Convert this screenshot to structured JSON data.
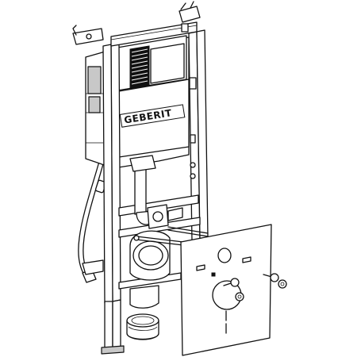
{
  "brand": {
    "logo_text": "GEBERIT"
  },
  "colors": {
    "line": "#111111",
    "fill": "#ffffff",
    "shade": "#c8c8c8"
  },
  "parts": [
    "installation-frame",
    "cistern",
    "actuator-opening",
    "flush-pipe",
    "outlet-pipe",
    "water-supply-connection",
    "mounting-rods",
    "insulation-plate",
    "pipe-connector",
    "wall-brackets",
    "bolts-and-washers",
    "water-supply-hose"
  ]
}
